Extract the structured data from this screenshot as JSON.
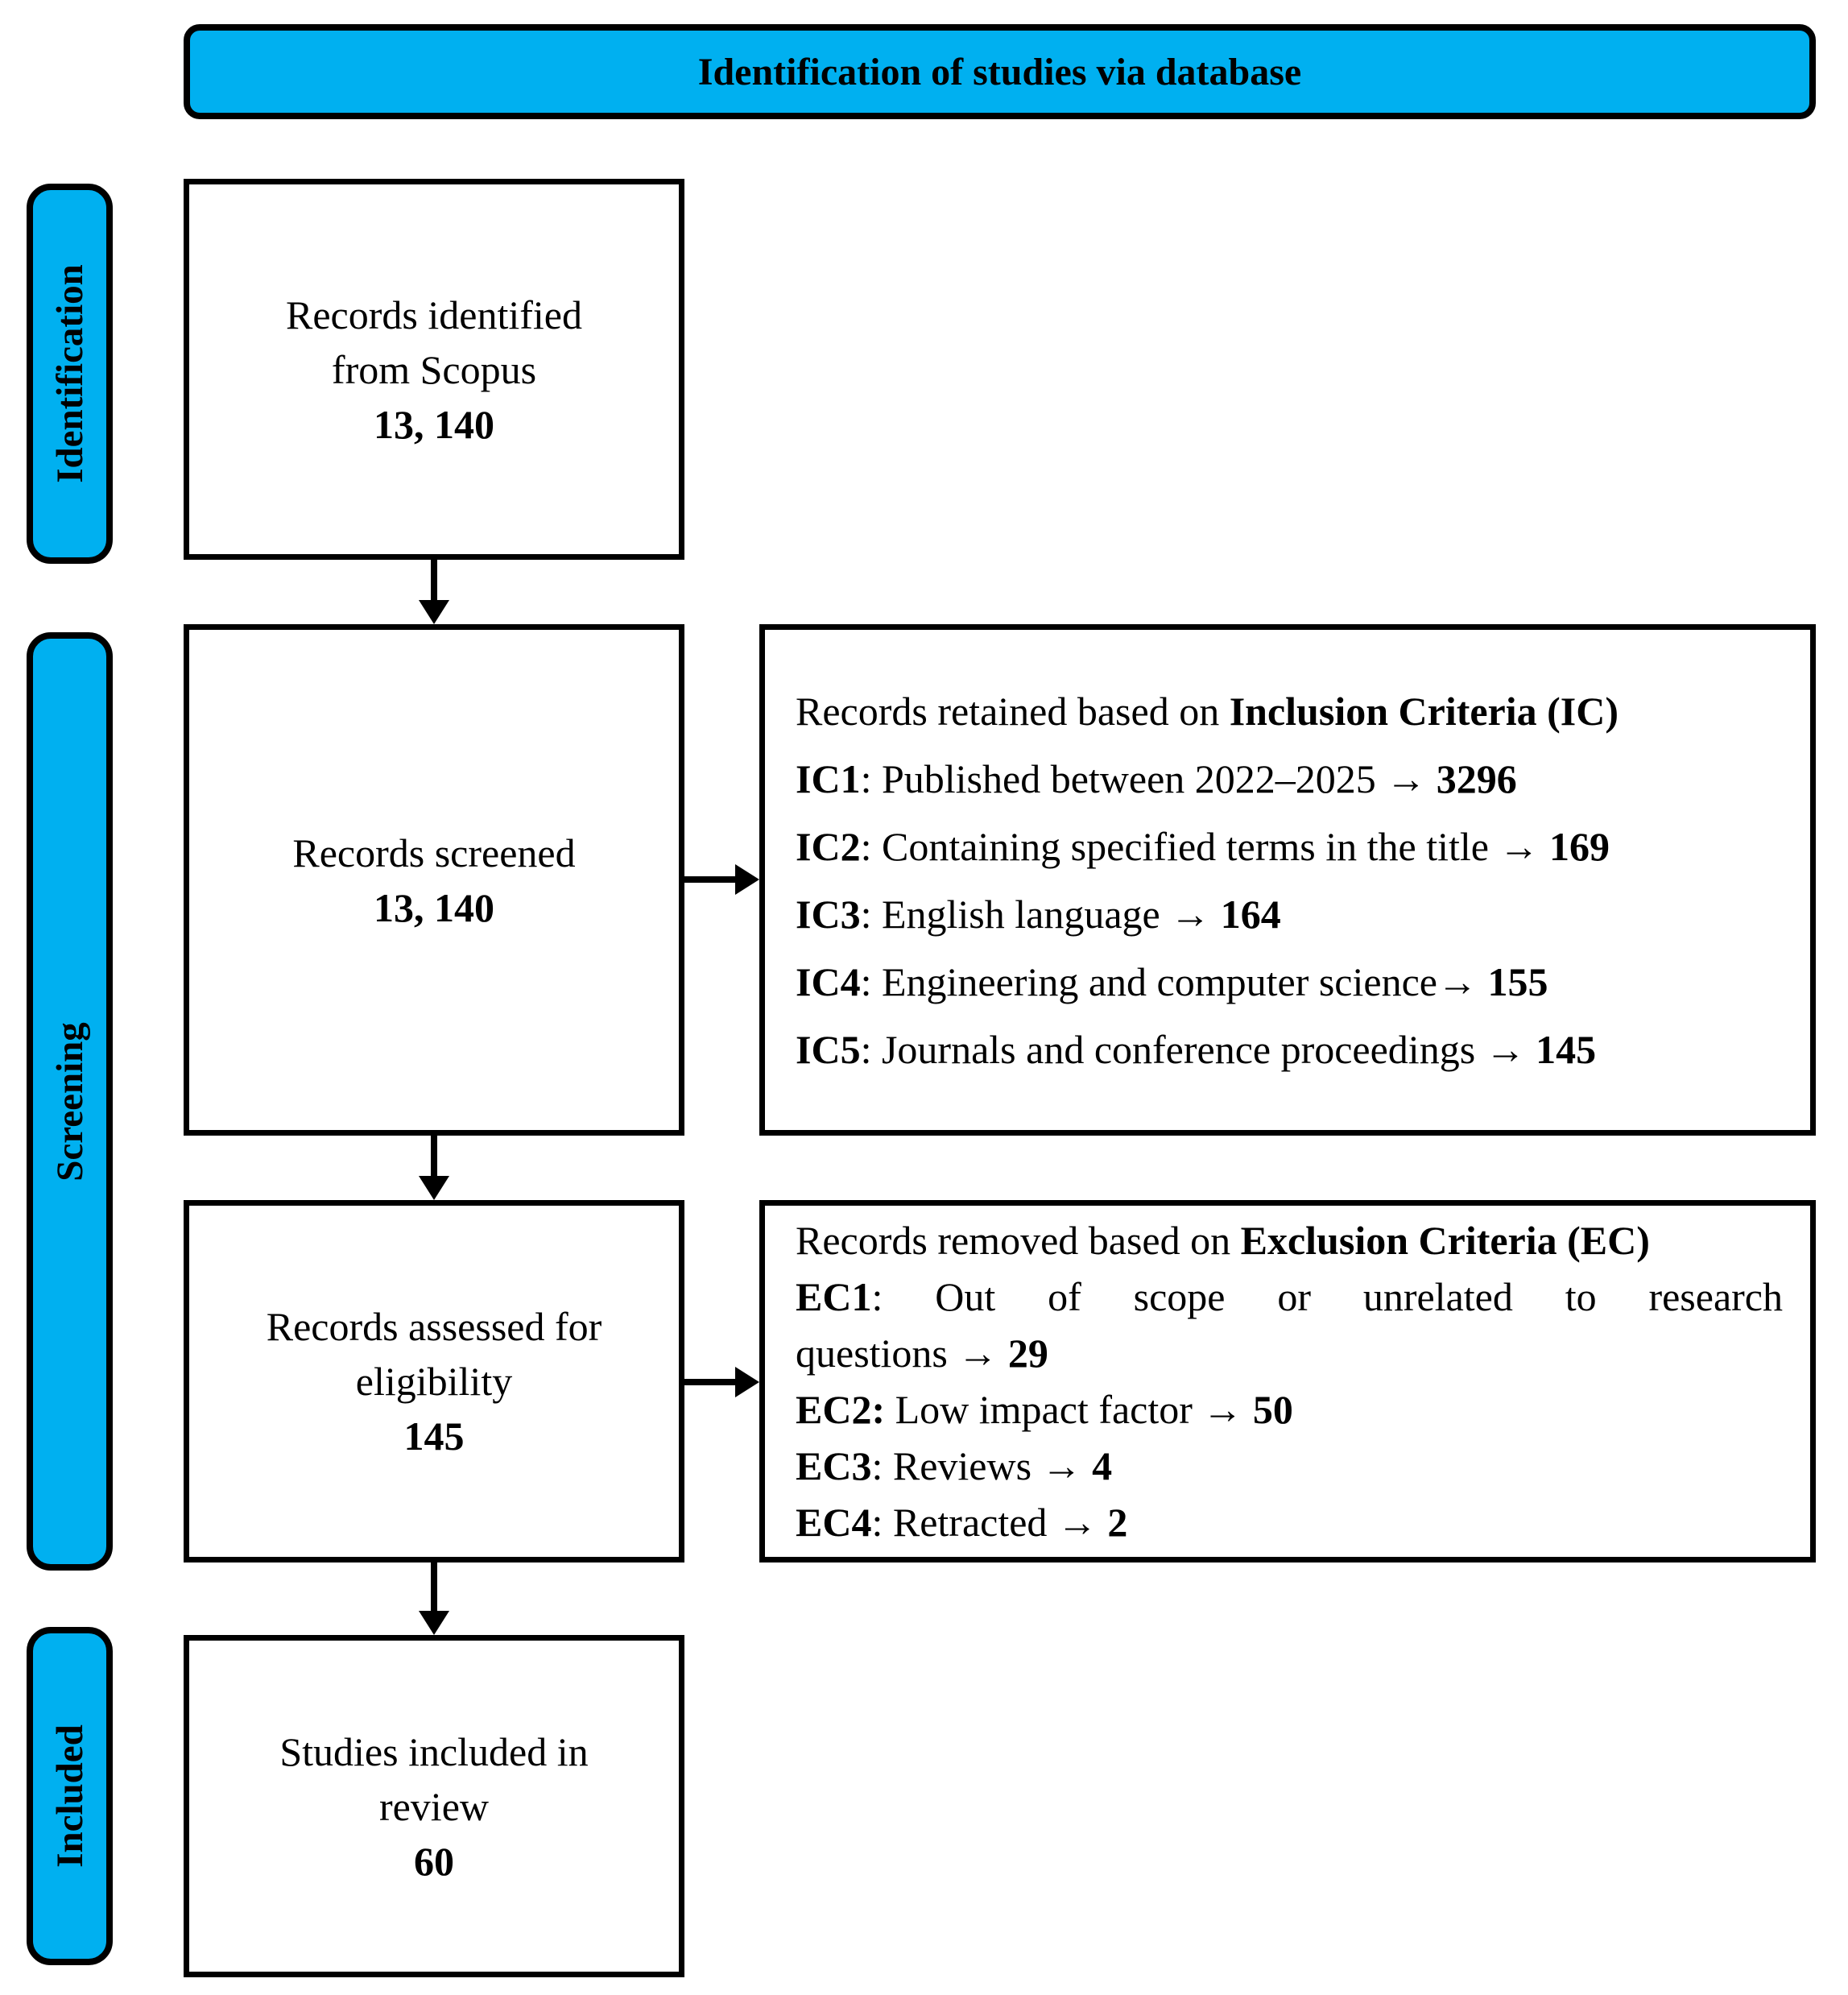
{
  "banner": {
    "title": "Identification of studies via database"
  },
  "colors": {
    "accent": "#00B0F0",
    "line": "#000000",
    "background": "#FFFFFF"
  },
  "stages": [
    {
      "label": "Identification"
    },
    {
      "label": "Screening"
    },
    {
      "label": "Included"
    }
  ],
  "flow_boxes": [
    {
      "lines": [
        "Records identified",
        "from Scopus"
      ],
      "count": "13, 140"
    },
    {
      "lines": [
        "Records screened"
      ],
      "count": "13, 140"
    },
    {
      "lines": [
        "Records assessed for",
        "eligibility"
      ],
      "count": "145"
    },
    {
      "lines": [
        "Studies included in",
        "review"
      ],
      "count": "60"
    }
  ],
  "inclusion_box": {
    "header_prefix": "Records retained based on ",
    "header_emphasis": "Inclusion Criteria (IC)",
    "items": [
      {
        "label": "IC1",
        "text": ": Published between 2022–2025 → ",
        "value": "3296"
      },
      {
        "label": "IC2",
        "text": ": Containing specified terms in the title → ",
        "value": "169"
      },
      {
        "label": "IC3",
        "text": ": English language → ",
        "value": "164"
      },
      {
        "label": "IC4",
        "text": ": Engineering and computer science→ ",
        "value": "155"
      },
      {
        "label": "IC5",
        "text": ": Journals and conference proceedings → ",
        "value": "145"
      }
    ]
  },
  "exclusion_box": {
    "header_prefix": "Records removed based on ",
    "header_emphasis": "Exclusion Criteria (EC)",
    "items": [
      {
        "label": "EC1",
        "text_line1": ": Out of scope or unrelated to research",
        "text_line2": "questions → ",
        "value": "29"
      },
      {
        "label": "EC2:",
        "text": " Low impact factor → ",
        "value": "50"
      },
      {
        "label": "EC3",
        "text": ": Reviews → ",
        "value": "4"
      },
      {
        "label": "EC4",
        "text": ": Retracted → ",
        "value": "2"
      }
    ]
  }
}
